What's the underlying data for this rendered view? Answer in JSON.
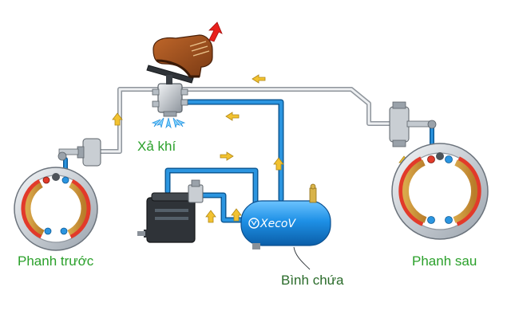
{
  "labels": {
    "exhaust": "Xả khí",
    "front_brake": "Phanh trước",
    "rear_brake": "Phanh sau",
    "tank": "Bình chứa"
  },
  "tank_logo": "XecoV",
  "colors": {
    "label_green": "#2aa02a",
    "label_dark": "#2a6b2a",
    "pipe_blue": "#1f7fc4",
    "pipe_gray": "#d9dde3",
    "arrow_yellow": "#f2c230",
    "tank_blue": "#1e90e6",
    "pedal_arrow_red": "#e8201c"
  },
  "icons": [
    "boot-icon",
    "red-arrow-icon",
    "valve-icon",
    "air-exhaust-icon",
    "compressor-icon",
    "tank-icon",
    "brake-drum-icon",
    "brake-chamber-icon",
    "flow-arrow-icon"
  ]
}
